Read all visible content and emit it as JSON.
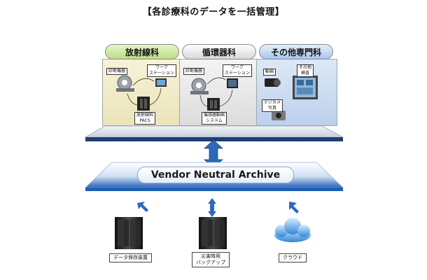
{
  "title": "【各診療科のデータを一括管理】",
  "departments": [
    {
      "name": "放射線科",
      "tags": [
        "診断機器",
        "ワーク\nステーション",
        "放射線科\nPACS"
      ]
    },
    {
      "name": "循環器科",
      "tags": [
        "診断機器",
        "ワーク\nステーション",
        "循環器動画\nシステム"
      ]
    },
    {
      "name": "その他専門科",
      "tags": [
        "動画",
        "その他\n検査",
        "デジカメ\n写真"
      ]
    }
  ],
  "archive": {
    "label": "Vendor Neutral Archive"
  },
  "storage": [
    {
      "label": "データ保存装置"
    },
    {
      "label": "災害時用\nバックアップ"
    },
    {
      "label": "クラウド"
    }
  ],
  "colors": {
    "platform_top": "#d6dde8",
    "platform_side": "#1e3f74",
    "arrow": "#2f68b8",
    "vna_bottom": "#1f5fb4"
  }
}
